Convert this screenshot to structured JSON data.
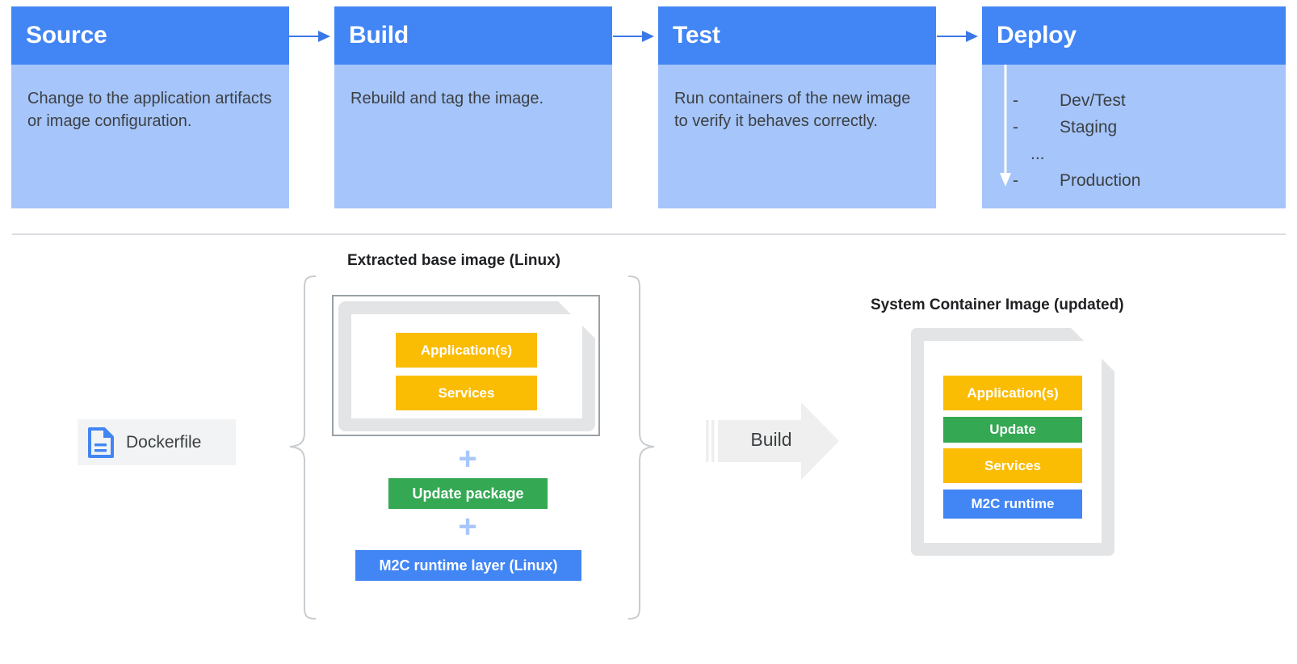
{
  "pipeline": {
    "stages": [
      {
        "title": "Source",
        "body": "Change to the application artifacts or image configuration."
      },
      {
        "title": "Build",
        "body": "Rebuild and tag the image."
      },
      {
        "title": "Test",
        "body": "Run containers of the new image to verify it behaves correctly."
      },
      {
        "title": "Deploy",
        "body": ""
      }
    ],
    "deploy_environments": [
      {
        "marker": "-",
        "label": "Dev/Test"
      },
      {
        "marker": "-",
        "label": "Staging"
      },
      {
        "marker": "...",
        "label": ""
      },
      {
        "marker": "-",
        "label": "Production"
      }
    ],
    "arrow_icon": "arrow-right-icon"
  },
  "lower": {
    "extracted_title": "Extracted base image (Linux)",
    "system_title": "System Container Image (updated)",
    "dockerfile": {
      "label": "Dockerfile",
      "icon": "file-document-icon"
    },
    "build_action": {
      "label": "Build",
      "icon": "block-arrow-right-icon"
    },
    "base_layers": [
      {
        "label": "Application(s)",
        "color": "#FBBC04"
      },
      {
        "label": "Services",
        "color": "#FBBC04"
      }
    ],
    "addition_layers": [
      {
        "label": "Update package",
        "color": "#34A853"
      },
      {
        "label": "M2C runtime layer (Linux)",
        "color": "#4285F4"
      }
    ],
    "plus_symbol": "+",
    "system_layers": [
      {
        "label": "Application(s)",
        "color": "#FBBC04"
      },
      {
        "label": "Update",
        "color": "#34A853"
      },
      {
        "label": "Services",
        "color": "#FBBC04"
      },
      {
        "label": "M2C runtime",
        "color": "#4285F4"
      }
    ]
  },
  "colors": {
    "header_blue": "#4285F4",
    "body_blue": "#A6C5FA",
    "amber": "#FBBC04",
    "green": "#34A853",
    "blue": "#4285F4",
    "plus_blue": "#A8C7FA",
    "doc_gray": "#E3E4E6",
    "border_gray": "#9AA0A6",
    "divider_gray": "#DADCE0",
    "chip_gray": "#F1F3F4",
    "text_dark": "#3C4043"
  }
}
